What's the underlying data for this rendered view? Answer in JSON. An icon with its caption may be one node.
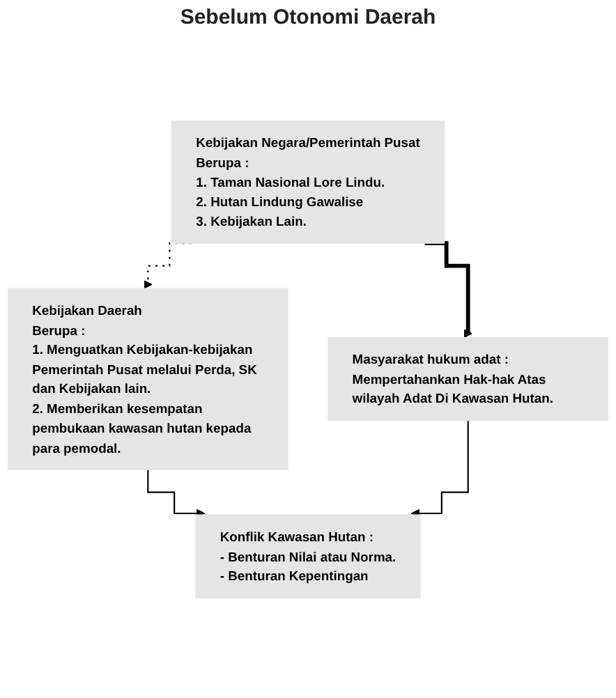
{
  "diagram": {
    "title": "Sebelum Otonomi Daerah",
    "nodes": [
      {
        "text": [
          "Kebijakan Negara/Pemerintah Pusat",
          "Berupa :",
          "1. Taman Nasional Lore Lindu.",
          "2. Hutan Lindung Gawalise",
          "3. Kebijakan Lain."
        ]
      },
      {
        "text": [
          "Kebijakan Daerah",
          "Berupa :",
          "1. Menguatkan Kebijakan-kebijakan Pemerintah Pusat melalui Perda, SK dan Kebijakan lain.",
          "2. Memberikan kesempatan pembukaan kawasan hutan kepada para pemodal."
        ]
      },
      {
        "text": [
          "Masyarakat hukum adat :",
          "Mempertahankan Hak-hak Atas wilayah Adat Di Kawasan Hutan."
        ]
      },
      {
        "text": [
          "Konflik Kawasan Hutan :",
          "- Benturan Nilai atau Norma.",
          "- Benturan Kepentingan"
        ]
      }
    ],
    "edges": [
      {
        "from": 0,
        "to": 1,
        "arrow": "to",
        "style": "dashed"
      },
      {
        "from": 0,
        "to": 2,
        "arrow": "to",
        "style": "thick"
      },
      {
        "from": 1,
        "to": 3,
        "arrow": "to"
      },
      {
        "from": 2,
        "to": 3,
        "arrow": "to"
      }
    ]
  }
}
